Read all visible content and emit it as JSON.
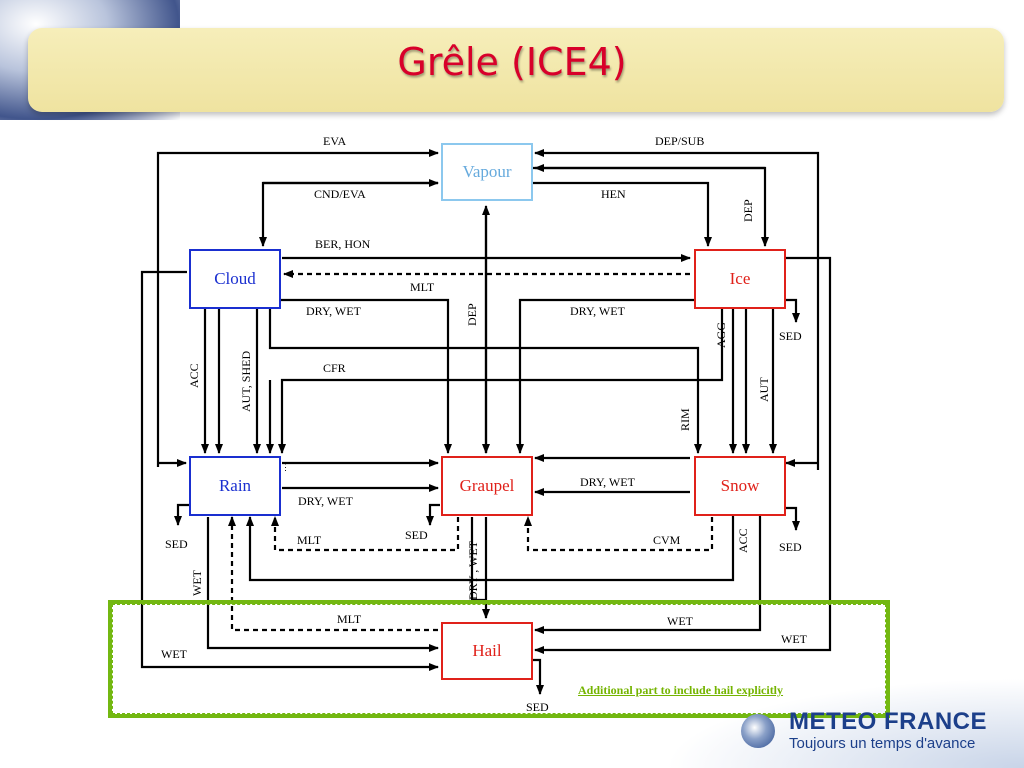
{
  "slide": {
    "title": "Grêle (ICE4)"
  },
  "boxes": {
    "vapour": {
      "label": "Vapour",
      "color": "#8cc8ee",
      "text_color": "#66aadd"
    },
    "cloud": {
      "label": "Cloud",
      "color": "#1a2fd0",
      "text_color": "#1a2fd0"
    },
    "ice": {
      "label": "Ice",
      "color": "#e0211a",
      "text_color": "#e0211a"
    },
    "rain": {
      "label": "Rain",
      "color": "#1a2fd0",
      "text_color": "#1a2fd0"
    },
    "graupel": {
      "label": "Graupel",
      "color": "#e0211a",
      "text_color": "#e0211a"
    },
    "snow": {
      "label": "Snow",
      "color": "#e0211a",
      "text_color": "#e0211a"
    },
    "hail": {
      "label": "Hail",
      "color": "#e0211a",
      "text_color": "#e0211a"
    }
  },
  "process_labels": {
    "eva_top": "EVA",
    "dep_sub": "DEP/SUB",
    "cnd_eva": "CND/EVA",
    "hen": "HEN",
    "dep_ice": "DEP",
    "ber_hon": "BER, HON",
    "mlt_cloud": "MLT",
    "dry_wet_left": "DRY, WET",
    "dep_graupel": "DEP",
    "dry_wet_right": "DRY, WET",
    "agg": "AGG",
    "sed_ice": "SED",
    "cfr": "CFR",
    "acc_left": "ACC",
    "aut_shed": "AUT, SHED",
    "rim": "RIM",
    "aut_right": "AUT",
    "dry_wet_snow": "DRY, WET",
    "dry_wet_rain": "DRY, WET",
    "sed_rain": "SED",
    "mlt_rain": "MLT",
    "sed_graupel": "SED",
    "dry_wet_vertical": "DRY , WET",
    "cvm": "CVM",
    "acc_snow": "ACC",
    "sed_snow": "SED",
    "wet_rain_vertical": "WET",
    "mlt_hail": "MLT",
    "wet_snow_hail": "WET",
    "wet_ice_hail": "WET",
    "wet_cloud_hail": "WET",
    "sed_hail": "SED"
  },
  "note": {
    "text": "Additional part to include hail explicitly",
    "color": "#74b400"
  },
  "logo": {
    "name": "METEO FRANCE",
    "tagline": "Toujours un temps d'avance"
  },
  "colors": {
    "accent_title": "#d8002a",
    "frame_green": "#73b811",
    "arrow": "#000000"
  }
}
